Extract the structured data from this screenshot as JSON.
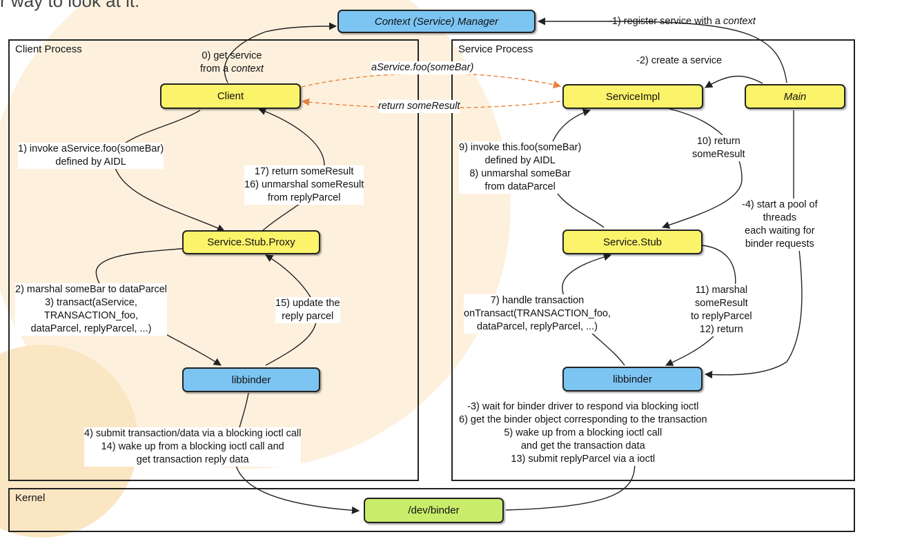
{
  "top_heading": "r way to look at it:",
  "colors": {
    "node_yellow": "#fbf36a",
    "node_blue": "#7cc4f2",
    "node_green": "#c9ec6b",
    "arrow_dashed": "#e8813a",
    "slide_accent": "#f7d9a8"
  },
  "regions": {
    "client": "Client Process",
    "service": "Service Process",
    "kernel": "Kernel"
  },
  "nodes": {
    "context_manager": "Context (Service) Manager",
    "client": "Client",
    "proxy": "Service.Stub.Proxy",
    "client_libbinder": "libbinder",
    "service_impl": "ServiceImpl",
    "main": "Main",
    "service_stub": "Service.Stub",
    "service_libbinder": "libbinder",
    "dev_binder": "/dev/binder"
  },
  "labels": {
    "register": [
      "-1) register service with a ",
      "context"
    ],
    "get_service": [
      "0) get service",
      "from a ",
      "context"
    ],
    "foo_call": "aService.foo(someBar)",
    "return_result": "return someResult",
    "create_service": "-2) create a service",
    "invoke": [
      "1) invoke aService.foo(someBar)",
      "defined by AIDL"
    ],
    "return17": [
      "17) return someResult",
      "16) unmarshal someResult",
      "from replyParcel"
    ],
    "marshal": [
      "2) marshal someBar to dataParcel",
      "3) transact(aService,",
      "TRANSACTION_foo,",
      "dataParcel, replyParcel, ...)"
    ],
    "update_reply": [
      "15) update the",
      "reply parcel"
    ],
    "submit": [
      "4) submit transaction/data via a blocking ioctl call",
      "14) wake up from a blocking ioctl call and",
      "get transaction reply data"
    ],
    "invoke_this": [
      "9) invoke this.foo(someBar)",
      "defined by AIDL",
      "8) unmarshal someBar",
      "from dataParcel"
    ],
    "return10": [
      "10) return",
      "someResult"
    ],
    "pool": [
      "-4) start a pool of",
      "threads",
      "each waiting for",
      "binder requests"
    ],
    "handle": [
      "7) handle transaction",
      "onTransact(TRANSACTION_foo,",
      "dataParcel, replyParcel, ...)"
    ],
    "marshal11": [
      "11) marshal",
      "someResult",
      "to replyParcel",
      "12) return"
    ],
    "wait": [
      "-3) wait for binder driver to respond via blocking ioctl",
      "6) get the binder object corresponding to the transaction",
      "5) wake up from a blocking ioctl call",
      "and get the transaction data",
      "13) submit replyParcel via a ioctl"
    ]
  }
}
